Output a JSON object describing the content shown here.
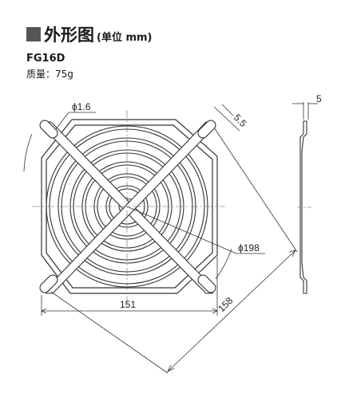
{
  "header": {
    "title": "外形图",
    "unit": "(单位 mm)"
  },
  "model": "FG16D",
  "mass": "质量：75g",
  "dimensions": {
    "wire_dia": "ϕ1.6",
    "hole_offset": "5.5",
    "guard_dia": "ϕ198",
    "width": "151",
    "diagonal": "158",
    "thickness": "5"
  }
}
